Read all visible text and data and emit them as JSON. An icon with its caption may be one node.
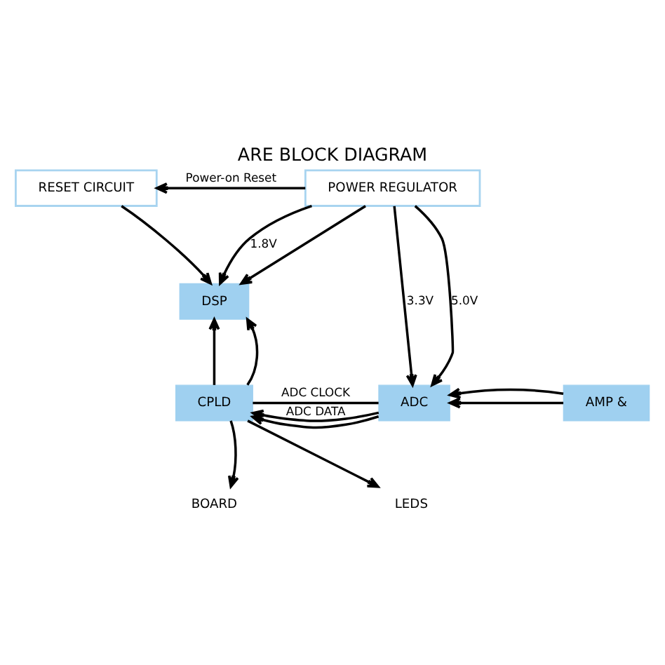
{
  "diagram": {
    "title": "ARE BLOCK DIAGRAM",
    "nodes": [
      {
        "text": [
          "RESET CIRCUIT"
        ]
      },
      {
        "text": [
          "POWER REGULATOR"
        ]
      },
      {
        "text": [
          "DSP"
        ]
      },
      {
        "text": [
          "CPLD"
        ]
      },
      {
        "text": [
          "ADC"
        ]
      },
      {
        "text": [
          "AMP &"
        ]
      },
      {
        "text": [
          "BOARD"
        ]
      },
      {
        "text": [
          "LEDS"
        ]
      }
    ],
    "edges": [
      {
        "from": 1,
        "to": 0,
        "arrow": "to",
        "label": "Power-on Reset"
      },
      {
        "from": 0,
        "to": 2,
        "arrow": "to"
      },
      {
        "from": 1,
        "to": 2,
        "arrow": "to",
        "label": "1.8V"
      },
      {
        "from": 1,
        "to": 2,
        "arrow": "to"
      },
      {
        "from": 1,
        "to": 4,
        "arrow": "to",
        "label": "3.3V"
      },
      {
        "from": 1,
        "to": 4,
        "arrow": "to",
        "label": "5.0V"
      },
      {
        "from": 3,
        "to": 2,
        "arrow": "to"
      },
      {
        "from": 3,
        "to": 2,
        "arrow": "to"
      },
      {
        "from": 3,
        "to": 4,
        "arrow": "none",
        "label": "ADC CLOCK"
      },
      {
        "from": 4,
        "to": 3,
        "arrow": "to"
      },
      {
        "from": 4,
        "to": 3,
        "arrow": "to",
        "label": "ADC DATA"
      },
      {
        "from": 5,
        "to": 4,
        "arrow": "to"
      },
      {
        "from": 5,
        "to": 4,
        "arrow": "to"
      },
      {
        "from": 3,
        "to": 6,
        "arrow": "to"
      },
      {
        "from": 3,
        "to": 7,
        "arrow": "to"
      }
    ]
  }
}
